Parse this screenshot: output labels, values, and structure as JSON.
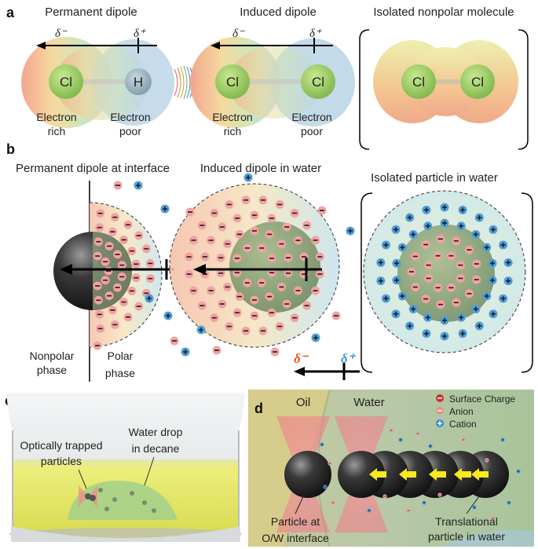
{
  "panel_a": {
    "letter": "a",
    "permanent": {
      "title": "Permanent dipole",
      "delta_minus": "δ⁻",
      "delta_plus": "δ⁺",
      "atom_left": "Cl",
      "atom_right": "H",
      "label_left": [
        "Electron",
        "rich"
      ],
      "label_right": [
        "Electron",
        "poor"
      ]
    },
    "induced": {
      "title": "Induced dipole",
      "delta_minus": "δ⁻",
      "delta_plus": "δ⁺",
      "atom_left": "Cl",
      "atom_right": "Cl",
      "label_left": [
        "Electron",
        "rich"
      ],
      "label_right": [
        "Electron",
        "poor"
      ]
    },
    "isolated": {
      "title": "Isolated nonpolar molecule",
      "atom_left": "Cl",
      "atom_right": "Cl"
    }
  },
  "panel_b": {
    "letter": "b",
    "permanent_title": "Permanent dipole at interface",
    "induced_title": "Induced dipole in water",
    "isolated_title": "Isolated particle in water",
    "nonpolar_phase": [
      "Nonpolar",
      "phase"
    ],
    "polar_phase": [
      "Polar",
      "phase"
    ],
    "delta_minus": "δ⁻",
    "delta_plus": "δ⁺",
    "colors": {
      "anion": "#f0a0a0",
      "cation": "#5aa8e0",
      "delta_minus": "#e8501e",
      "delta_plus": "#3a9ad8"
    }
  },
  "panel_c": {
    "letter": "c",
    "trapped_label": [
      "Optically trapped",
      "particles"
    ],
    "drop_label": [
      "Water drop",
      "in decane"
    ]
  },
  "panel_d": {
    "letter": "d",
    "oil": "Oil",
    "water": "Water",
    "legend": [
      "Surface Charge",
      "Anion",
      "Cation"
    ],
    "interface_label": [
      "Particle at",
      "O/W interface"
    ],
    "translational_label": [
      "Translational",
      "particle in water"
    ]
  }
}
